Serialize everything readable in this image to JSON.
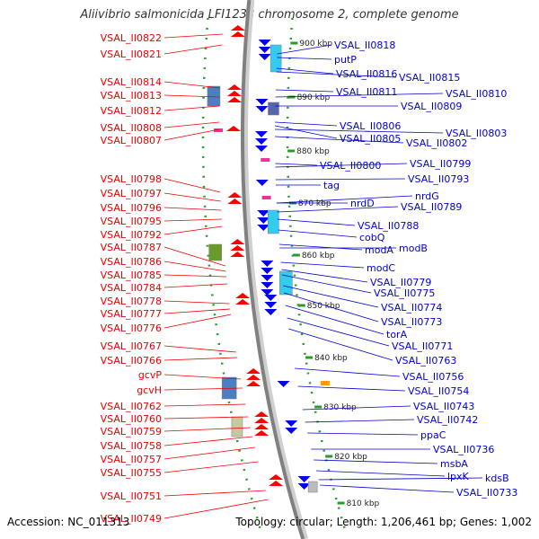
{
  "title": "Aliivibrio salmonicida LFI1238 chromosome 2, complete genome",
  "footer": {
    "accession": "Accession: NC_011313",
    "summary": "Topology: circular; Length: 1,206,461 bp; Genes: 1,002"
  },
  "colors": {
    "left_label": "#ee0000",
    "right_label": "#0000cc",
    "backbone": "#808080",
    "ticks": "#2a9a2a",
    "forward_gene": "#ff0000",
    "reverse_gene": "#0000ee"
  },
  "kbp_marks": [
    "900 kbp",
    "890 kbp",
    "880 kbp",
    "870 kbp",
    "860 kbp",
    "850 kbp",
    "840 kbp",
    "830 kbp",
    "820 kbp",
    "810 kbp"
  ],
  "left_labels": [
    "VSAL_II0822",
    "VSAL_II0821",
    "VSAL_II0814",
    "VSAL_II0813",
    "VSAL_II0812",
    "VSAL_II0808",
    "VSAL_II0807",
    "VSAL_II0798",
    "VSAL_II0797",
    "VSAL_II0796",
    "VSAL_II0795",
    "VSAL_II0792",
    "VSAL_II0787",
    "VSAL_II0786",
    "VSAL_II0785",
    "VSAL_II0784",
    "VSAL_II0778",
    "VSAL_II0777",
    "VSAL_II0776",
    "VSAL_II0767",
    "VSAL_II0766",
    "gcvP",
    "gcvH",
    "VSAL_II0762",
    "VSAL_II0760",
    "VSAL_II0759",
    "VSAL_II0758",
    "VSAL_II0757",
    "VSAL_II0755",
    "VSAL_II0751",
    "VSAL_II0749"
  ],
  "right_labels": [
    "VSAL_II0818",
    "putP",
    "VSAL_II0816",
    "VSAL_II0815",
    "VSAL_II0811",
    "VSAL_II0810",
    "VSAL_II0809",
    "VSAL_II0806",
    "VSAL_II0803",
    "VSAL_II0805",
    "VSAL_II0802",
    "VSAL_II0800",
    "VSAL_II0799",
    "tag",
    "VSAL_II0793",
    "nrdD",
    "nrdG",
    "VSAL_II0789",
    "VSAL_II0788",
    "cobQ",
    "modA",
    "modB",
    "modC",
    "VSAL_II0779",
    "VSAL_II0775",
    "VSAL_II0774",
    "VSAL_II0773",
    "torA",
    "VSAL_II0771",
    "VSAL_II0763",
    "VSAL_II0756",
    "VSAL_II0754",
    "VSAL_II0743",
    "VSAL_II0742",
    "ppaC",
    "VSAL_II0736",
    "msbA",
    "lpxK",
    "kdsB",
    "VSAL_II0733"
  ]
}
